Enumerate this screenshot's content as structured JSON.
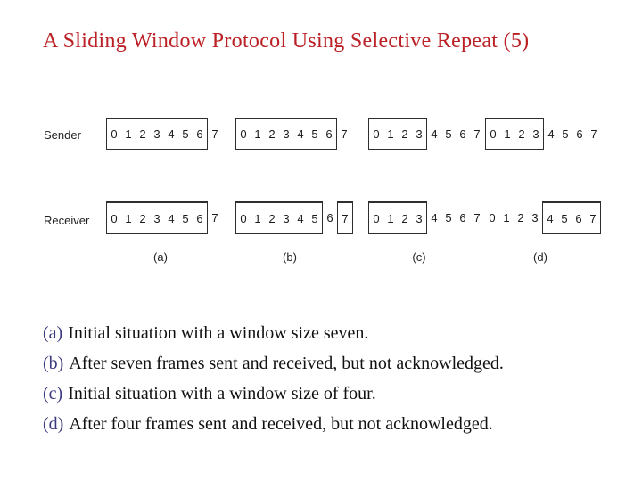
{
  "slide": {
    "title": "A Sliding Window Protocol Using Selective Repeat (5)"
  },
  "diagram": {
    "row_labels": {
      "sender": "Sender",
      "receiver": "Receiver"
    },
    "column_labels": [
      "(a)",
      "(b)",
      "(c)",
      "(d)"
    ],
    "sender": [
      {
        "segments": [
          {
            "boxed": true,
            "digits": [
              "0",
              "1",
              "2",
              "3",
              "4",
              "5",
              "6"
            ]
          },
          {
            "boxed": false,
            "digits": [
              "7"
            ]
          }
        ]
      },
      {
        "segments": [
          {
            "boxed": true,
            "digits": [
              "0",
              "1",
              "2",
              "3",
              "4",
              "5",
              "6"
            ]
          },
          {
            "boxed": false,
            "digits": [
              "7"
            ]
          }
        ]
      },
      {
        "segments": [
          {
            "boxed": true,
            "digits": [
              "0",
              "1",
              "2",
              "3"
            ]
          },
          {
            "boxed": false,
            "digits": [
              "4",
              "5",
              "6",
              "7"
            ]
          }
        ]
      },
      {
        "segments": [
          {
            "boxed": true,
            "digits": [
              "0",
              "1",
              "2",
              "3"
            ]
          },
          {
            "boxed": false,
            "digits": [
              "4",
              "5",
              "6",
              "7"
            ]
          }
        ]
      }
    ],
    "receiver": [
      {
        "segments": [
          {
            "boxed": true,
            "digits": [
              "0",
              "1",
              "2",
              "3",
              "4",
              "5",
              "6"
            ]
          },
          {
            "boxed": false,
            "digits": [
              "7"
            ]
          }
        ]
      },
      {
        "segments": [
          {
            "boxed": true,
            "digits": [
              "0",
              "1",
              "2",
              "3",
              "4",
              "5"
            ]
          },
          {
            "boxed": false,
            "digits": [
              "6"
            ]
          },
          {
            "boxed": true,
            "digits": [
              "7"
            ]
          }
        ]
      },
      {
        "segments": [
          {
            "boxed": true,
            "digits": [
              "0",
              "1",
              "2",
              "3"
            ]
          },
          {
            "boxed": false,
            "digits": [
              "4",
              "5",
              "6",
              "7"
            ]
          }
        ]
      },
      {
        "segments": [
          {
            "boxed": false,
            "digits": [
              "0",
              "1",
              "2",
              "3"
            ]
          },
          {
            "boxed": true,
            "digits": [
              "4",
              "5",
              "6",
              "7"
            ]
          }
        ]
      }
    ]
  },
  "captions": [
    {
      "prefix": "(a)",
      "text": "Initial situation with a window size seven."
    },
    {
      "prefix": "(b)",
      "text": "After seven frames sent and received, but not acknowledged."
    },
    {
      "prefix": "(c)",
      "text": "Initial situation with a window size of four."
    },
    {
      "prefix": "(d)",
      "text": "After four frames sent and received, but not acknowledged."
    }
  ],
  "colors": {
    "title": "#bb2025",
    "caption_prefix": "#3b3b7e",
    "body_text": "#111111",
    "diagram_line": "#2e2e2e"
  }
}
